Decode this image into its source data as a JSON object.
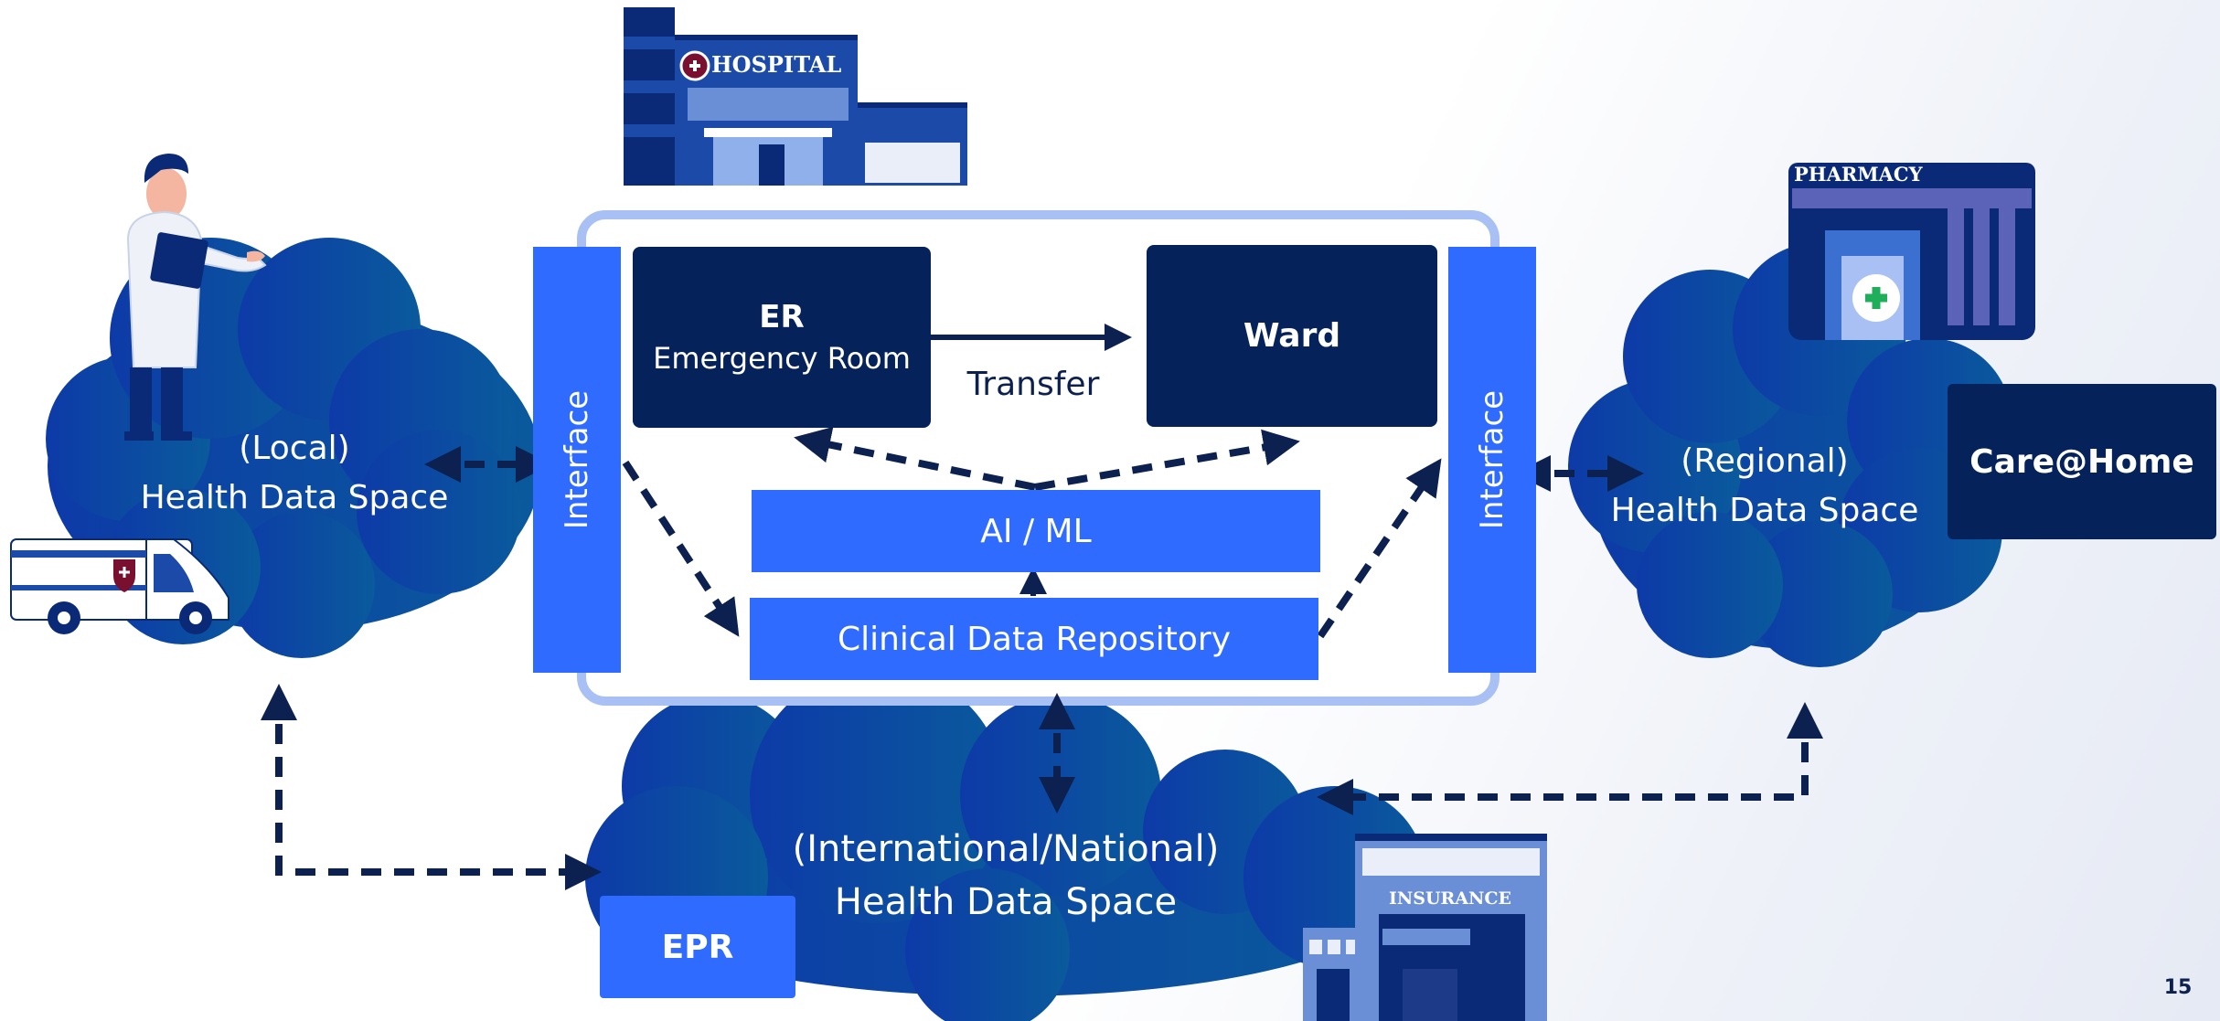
{
  "diagram": {
    "hospital_sign": "HOSPITAL",
    "pharmacy_sign": "PHARMACY",
    "insurance_sign": "INSURANCE",
    "er": {
      "title": "ER",
      "subtitle": "Emergency Room"
    },
    "ward": "Ward",
    "transfer": "Transfer",
    "ai_ml": "AI / ML",
    "cdr": "Clinical Data Repository",
    "interface_left": "Interface",
    "interface_right": "Interface",
    "local": {
      "line1": "(Local)",
      "line2": "Health Data Space"
    },
    "regional": {
      "line1": "(Regional)",
      "line2": "Health Data Space"
    },
    "national": {
      "line1": "(International/National)",
      "line2": "Health Data Space"
    },
    "care_home": "Care@Home",
    "epr": "EPR",
    "page_number": "15",
    "colors": {
      "dark_navy": "#06225a",
      "accent_blue": "#2f6bff",
      "frame": "#a9c0f5",
      "arrow": "#0d2150"
    }
  }
}
